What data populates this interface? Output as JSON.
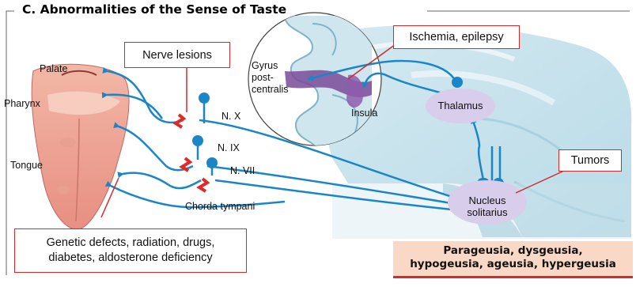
{
  "title": "C. Abnormalities of the Sense of Taste",
  "callouts": {
    "nerve_lesions": "Nerve lesions",
    "ischemia": "Ischemia, epilepsy",
    "tumors": "Tumors",
    "genetic_line1": "Genetic defects, radiation, drugs,",
    "genetic_line2": "diabetes, aldosterone deficiency"
  },
  "anatomy": {
    "palate": "Palate",
    "pharynx": "Pharynx",
    "tongue": "Tongue",
    "chorda": "Chorda tympani",
    "nx": "N. X",
    "nix": "N. IX",
    "nvii": "N. VII",
    "gyrus_line1": "Gyrus",
    "gyrus_line2": "post-",
    "gyrus_line3": "centralis",
    "insula": "Insula",
    "thalamus": "Thalamus",
    "nucleus_line1": "Nucleus",
    "nucleus_line2": "solitarius"
  },
  "result": {
    "line1": "Parageusia, dysgeusia,",
    "line2": "hypogeusia, ageusia, hypergeusia"
  },
  "colors": {
    "nerve": "#1a86c8",
    "callout_border": "#d32a2a",
    "brain": "#cfe6ef",
    "oval": "#d8cdea",
    "cortex": "#7a4a98",
    "result_bg": "#f9d9c6"
  }
}
